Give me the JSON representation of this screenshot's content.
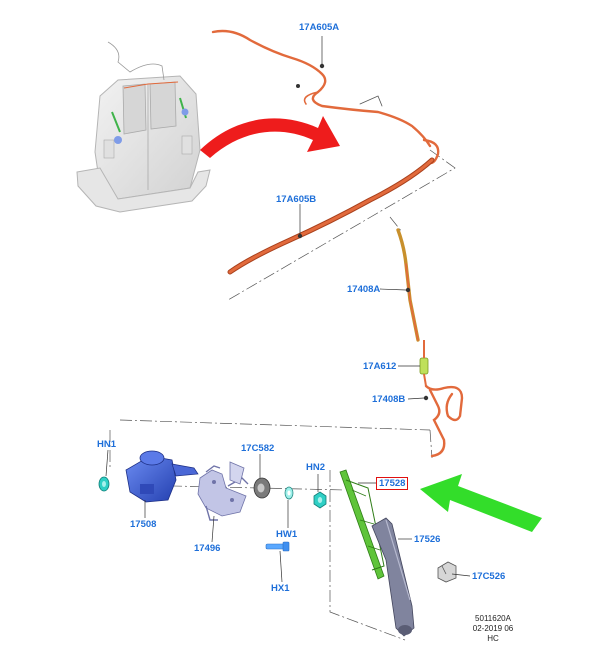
{
  "labels": {
    "l17a605a": "17A605A",
    "l17a605b": "17A605B",
    "l17408a": "17408A",
    "l17a612": "17A612",
    "l17408b": "17408B",
    "lhn1": "HN1",
    "l17c582": "17C582",
    "lhn2": "HN2",
    "l17528": "17528",
    "l17508": "17508",
    "l17496": "17496",
    "lhw1": "HW1",
    "l17526": "17526",
    "lhx1": "HX1",
    "l17c526": "17C526"
  },
  "footer": {
    "ref": "5011620A",
    "date": "02-2019 06",
    "code": "HC"
  },
  "colors": {
    "callout": "#1e6fd9",
    "harness": "#e26a3c",
    "harness_dark": "#a8401c",
    "motor": "#3d5fd6",
    "bracket": "#8e93c9",
    "blade": "#5fc43a",
    "arm": "#6a6f96",
    "arrow_red": "#ee1c1c",
    "arrow_green": "#33dd2a",
    "grommet": "#2fcfc5",
    "nozzle": "#5aa8ff"
  }
}
